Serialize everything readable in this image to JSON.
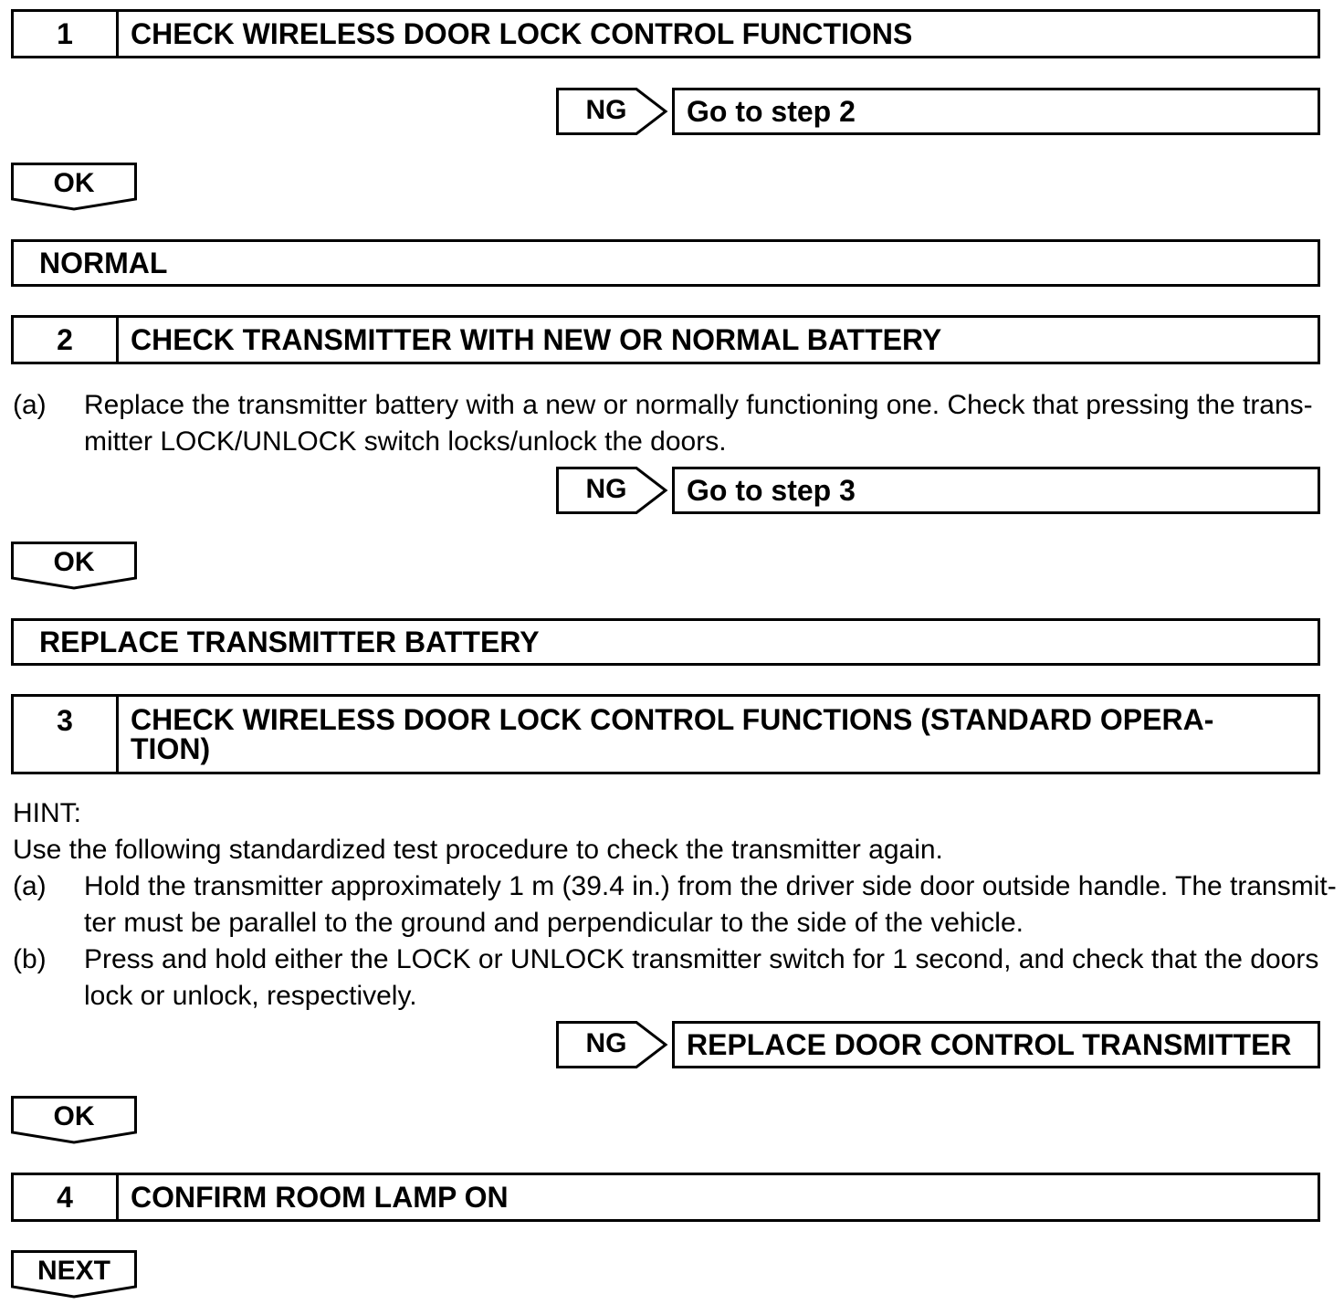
{
  "steps": [
    {
      "num": "1",
      "title": "CHECK WIRELESS DOOR LOCK CONTROL FUNCTIONS"
    },
    {
      "num": "2",
      "title": "CHECK TRANSMITTER WITH NEW OR NORMAL BATTERY"
    },
    {
      "num": "3",
      "title_line1": "CHECK WIRELESS DOOR LOCK CONTROL FUNCTIONS (STANDARD OPERA-",
      "title_line2": "TION)"
    },
    {
      "num": "4",
      "title": "CONFIRM ROOM LAMP ON"
    }
  ],
  "ng": [
    {
      "label": "NG",
      "action": "Go to step 2"
    },
    {
      "label": "NG",
      "action": "Go to step 3"
    },
    {
      "label": "NG",
      "action": "REPLACE DOOR CONTROL TRANSMITTER"
    }
  ],
  "ok_labels": [
    "OK",
    "OK",
    "OK"
  ],
  "next_label": "NEXT",
  "results": [
    "NORMAL",
    "REPLACE TRANSMITTER BATTERY"
  ],
  "step2_text": {
    "a_label": "(a)",
    "a_line1": "Replace the transmitter battery with a new or normally functioning one. Check that pressing the trans-",
    "a_line2": "mitter LOCK/UNLOCK switch locks/unlock the doors."
  },
  "step3_text": {
    "hint": "HINT:",
    "intro": "Use the following standardized test procedure to check the transmitter again.",
    "a_label": "(a)",
    "a_line1": "Hold the transmitter approximately 1 m (39.4 in.) from the driver side door outside handle. The transmit-",
    "a_line2": "ter must be parallel to the ground and perpendicular to the side of the vehicle.",
    "b_label": "(b)",
    "b_line1": "Press and hold either the LOCK or UNLOCK transmitter switch for 1 second, and check that the doors",
    "b_line2": "lock or unlock, respectively."
  }
}
